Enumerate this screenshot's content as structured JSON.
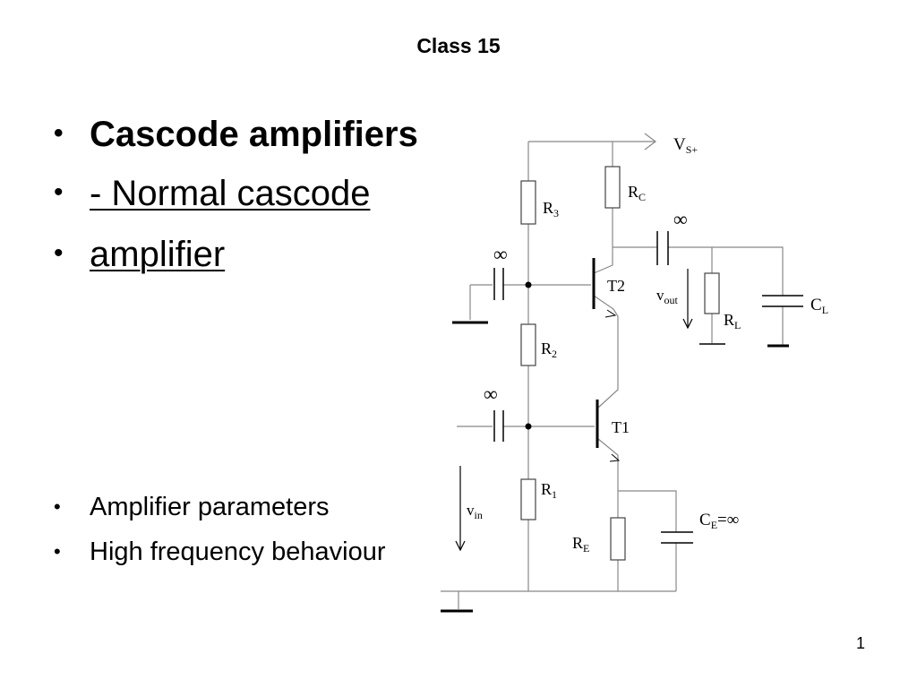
{
  "slide": {
    "title": "Class 15",
    "page_number": "1"
  },
  "bullets_main": [
    {
      "text": "Cascode amplifiers"
    },
    {
      "text": "- Normal cascode"
    },
    {
      "text": "amplifier"
    }
  ],
  "bullets_secondary": [
    {
      "text": "Amplifier parameters"
    },
    {
      "text": "High frequency behaviour"
    }
  ],
  "bullet_symbol": "•",
  "circuit": {
    "supply": {
      "main": "V",
      "sub": "S+"
    },
    "rc": {
      "main": "R",
      "sub": "C"
    },
    "r3": {
      "main": "R",
      "sub": "3"
    },
    "r2": {
      "main": "R",
      "sub": "2"
    },
    "r1": {
      "main": "R",
      "sub": "1"
    },
    "re": {
      "main": "R",
      "sub": "E"
    },
    "rl": {
      "main": "R",
      "sub": "L"
    },
    "cl": {
      "main": "C",
      "sub": "L"
    },
    "ce": {
      "main": "C",
      "sub": "E",
      "suffix": "=∞"
    },
    "t2": "T2",
    "t1": "T1",
    "vout": {
      "main": "v",
      "sub": "out"
    },
    "vin": {
      "main": "v",
      "sub": "in"
    },
    "inf_output_cap": "∞",
    "inf_base2_cap": "∞",
    "inf_base1_cap": "∞"
  }
}
